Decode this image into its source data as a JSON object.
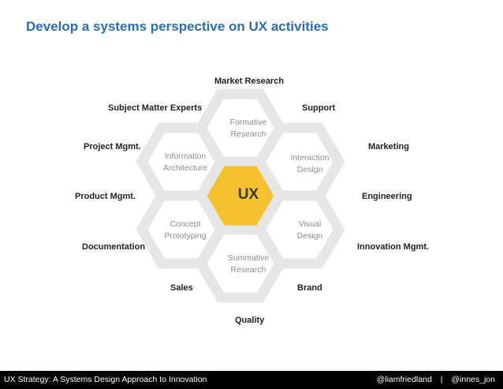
{
  "title": "Develop a systems perspective on UX activities",
  "center": {
    "label": "UX"
  },
  "hexagons": {
    "formative": [
      "Formative",
      "Research"
    ],
    "information": [
      "Information",
      "Architecture"
    ],
    "interaction": [
      "Interaction",
      "Design"
    ],
    "concept": [
      "Concept",
      "Prototyping"
    ],
    "visual": [
      "Visual",
      "Design"
    ],
    "summative": [
      "Summative",
      "Research"
    ]
  },
  "outer": {
    "market_research": "Market Research",
    "subject_matter_experts": "Subject Matter Experts",
    "support": "Support",
    "project_mgmt": "Project Mgmt.",
    "marketing": "Marketing",
    "product_mgmt": "Product Mgmt.",
    "engineering": "Engineering",
    "documentation": "Documentation",
    "innovation_mgmt": "Innovation Mgmt.",
    "sales": "Sales",
    "brand": "Brand",
    "quality": "Quality"
  },
  "footer": {
    "left": "UX Strategy: A Systems Design Approach to Innovation",
    "handle1": "@liamfriedland",
    "separator": "|",
    "handle2": "@innes_jon"
  },
  "colors": {
    "title": "#2a6db5",
    "hex_border": "#e6e6e6",
    "center_fill": "#f5c22e",
    "footer_bg": "#000000"
  }
}
